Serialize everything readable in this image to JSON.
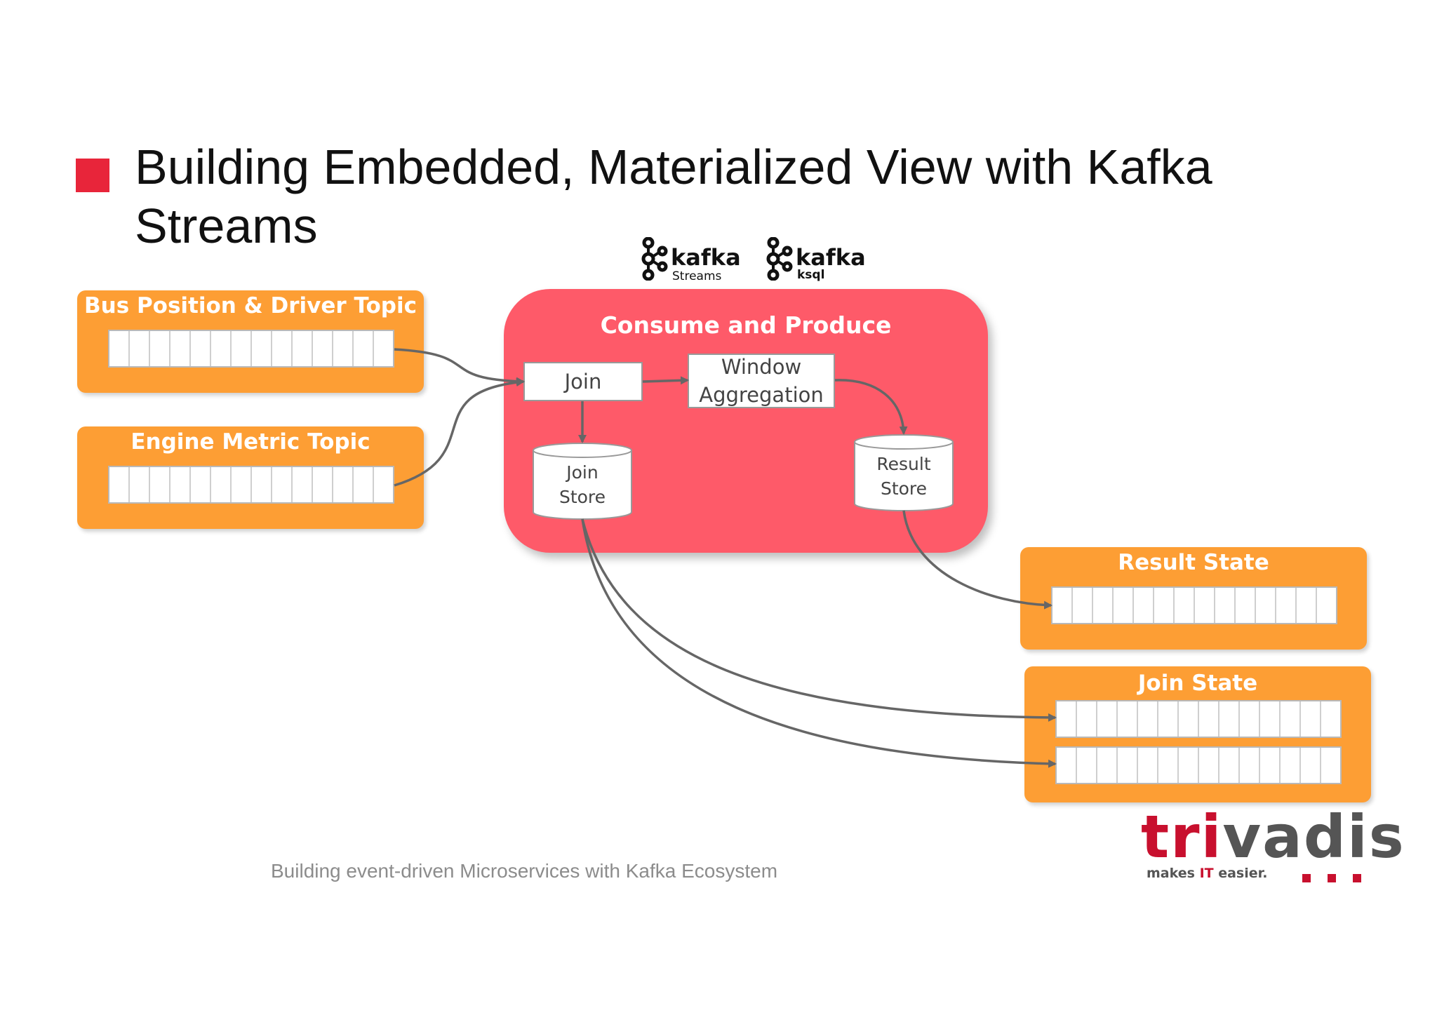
{
  "title": "Building Embedded, Materialized View with Kafka Streams",
  "logos": {
    "kafka_streams": {
      "name": "kafka",
      "sub": "Streams",
      "icon": "kafka-icon"
    },
    "kafka_ksql": {
      "name": "kafka",
      "sub": "ksql",
      "icon": "kafka-icon"
    }
  },
  "topics": {
    "bus_position": "Bus Position & Driver Topic",
    "engine_metric": "Engine Metric Topic",
    "result_state": "Result State",
    "join_state": "Join State"
  },
  "processor": {
    "title": "Consume and Produce",
    "join": "Join",
    "window_line1": "Window",
    "window_line2": "Aggregation",
    "join_store_line1": "Join",
    "join_store_line2": "Store",
    "result_store_line1": "Result",
    "result_store_line2": "Store"
  },
  "footer": "Building event-driven Microservices with Kafka Ecosystem",
  "brand": {
    "prefix": "tri",
    "suffix": "vadis",
    "tagline_pre": "makes ",
    "tagline_it": "IT",
    "tagline_post": " easier.",
    "colors": {
      "red": "#c8102e",
      "gray": "#555555"
    }
  },
  "colors": {
    "topic_orange": "#fd9e34",
    "processor_red": "#fe5a69",
    "bullet_red": "#e8253a",
    "arrow_gray": "#666666"
  }
}
